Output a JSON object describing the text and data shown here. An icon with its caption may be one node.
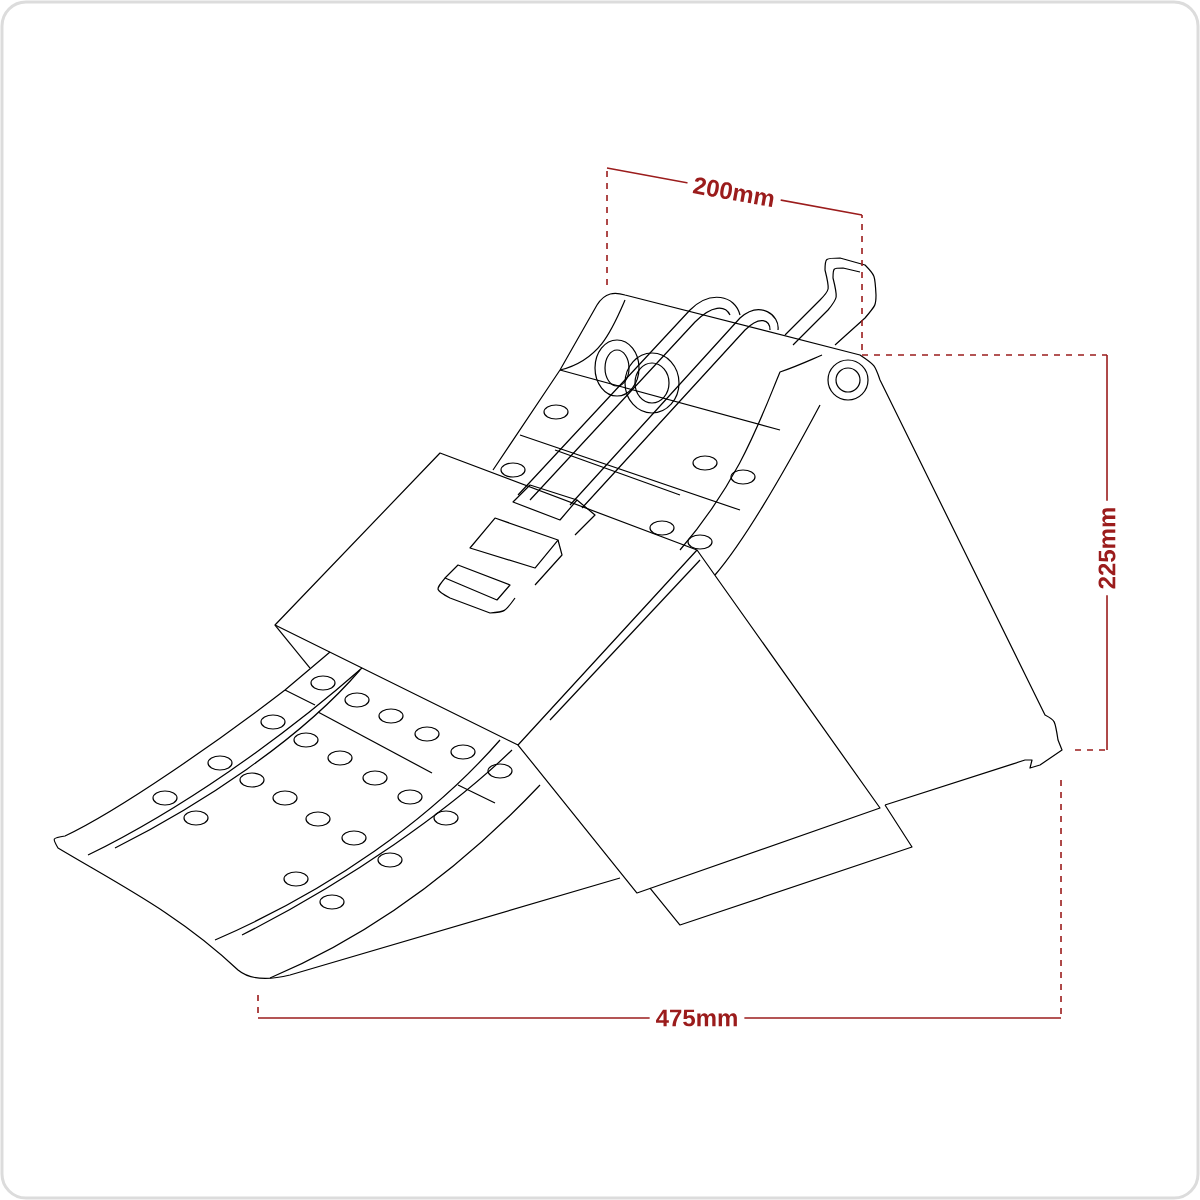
{
  "diagram": {
    "labels": [
      "200mm",
      "225mm",
      "475mm"
    ]
  }
}
